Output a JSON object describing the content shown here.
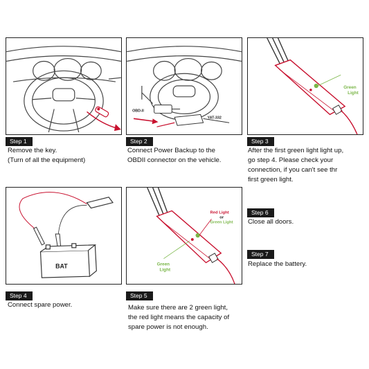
{
  "steps": [
    {
      "tag": "Step 1",
      "lines": [
        "Remove the key.",
        "(Turn of all the equipment)"
      ]
    },
    {
      "tag": "Step 2",
      "lines": [
        "Connect Power Backup to the",
        "OBDII connector on the vehicle."
      ]
    },
    {
      "tag": "Step 3",
      "lines": [
        "After the first green light light up,",
        "go step 4. Please check your",
        "connection, if you  can't see thr",
        "first green light."
      ]
    },
    {
      "tag": "Step 4",
      "lines": [
        "Connect spare power."
      ]
    },
    {
      "tag": "Step 5",
      "lines": [
        "Make sure there are 2 green light,",
        "the red light means the capacity of",
        "spare power is not enough."
      ]
    },
    {
      "tag": "Step 6",
      "lines": [
        "Close all doors."
      ]
    },
    {
      "tag": "Step 7",
      "lines": [
        "Replace the battery."
      ]
    }
  ],
  "labels": {
    "obd": "OBD-II",
    "yat": "YAT-332",
    "green_light_1": "Green",
    "green_light_2": "Light",
    "bat": "BAT",
    "red_light": "Red Light",
    "or": "or",
    "green_light_combined": "Green Light",
    "p5_green_1": "Green",
    "p5_green_2": "Light"
  },
  "colors": {
    "red": "#c8102e",
    "green": "#7ab648",
    "dark": "#1a1a1a"
  }
}
